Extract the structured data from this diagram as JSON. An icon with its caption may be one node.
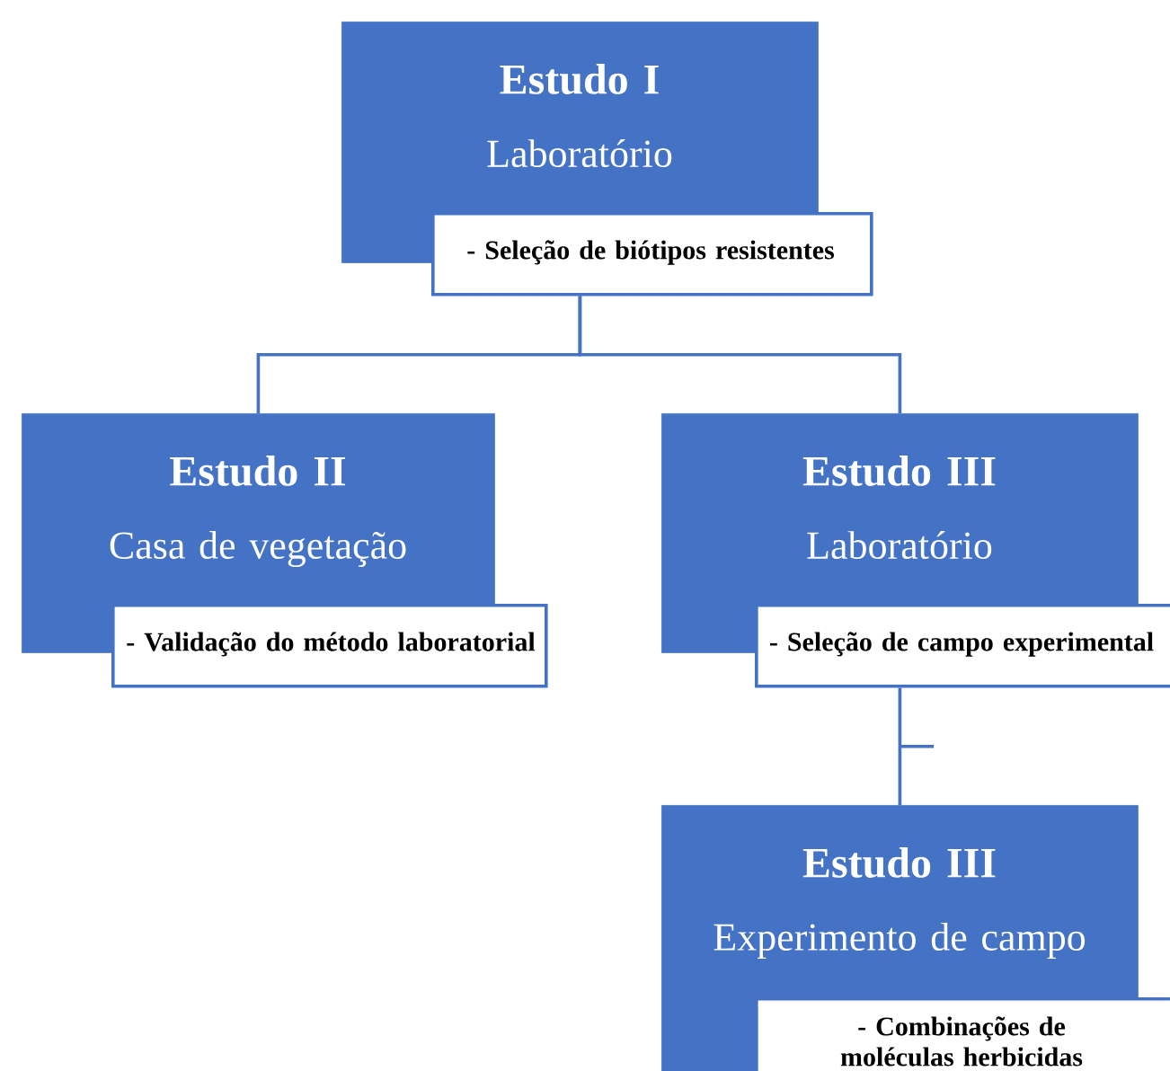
{
  "diagram": {
    "nodes": [
      {
        "text": [
          "Estudo I",
          "Laboratório"
        ]
      },
      {
        "text": [
          "- Seleção de biótipos resistentes"
        ]
      },
      {
        "text": [
          "Estudo II",
          "Casa de vegetação"
        ]
      },
      {
        "text": [
          "- Validação do método laboratorial"
        ]
      },
      {
        "text": [
          "Estudo III",
          "Laboratório"
        ]
      },
      {
        "text": [
          "- Seleção de campo experimental"
        ]
      },
      {
        "text": [
          "Estudo III",
          "Experimento de campo"
        ]
      },
      {
        "text": [
          "- Combinações de moléculas herbicidas"
        ]
      }
    ],
    "edges": [
      {
        "from": 1,
        "to": 2,
        "arrow": "none"
      },
      {
        "from": 1,
        "to": 4,
        "arrow": "none"
      },
      {
        "from": 5,
        "to": 6,
        "arrow": "none"
      }
    ]
  }
}
